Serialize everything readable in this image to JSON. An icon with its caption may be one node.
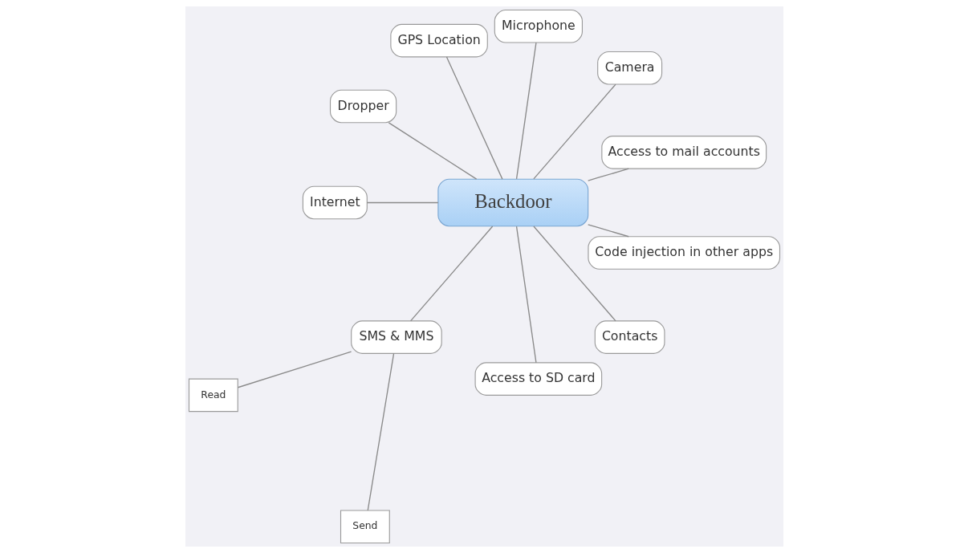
{
  "diagram": {
    "nodes": [
      {
        "text": [
          "Backdoor"
        ]
      },
      {
        "text": [
          "Access to mail accounts"
        ]
      },
      {
        "text": [
          "Camera"
        ]
      },
      {
        "text": [
          "Microphone"
        ]
      },
      {
        "text": [
          "GPS Location"
        ]
      },
      {
        "text": [
          "Dropper"
        ]
      },
      {
        "text": [
          "Internet"
        ]
      },
      {
        "text": [
          "SMS & MMS"
        ]
      },
      {
        "text": [
          "Read"
        ]
      },
      {
        "text": [
          "Send"
        ]
      },
      {
        "text": [
          "Access to SD card"
        ]
      },
      {
        "text": [
          "Contacts"
        ]
      },
      {
        "text": [
          "Code injection in other apps"
        ]
      }
    ],
    "edges": [
      {
        "from": 0,
        "to": 1,
        "arrow": "none"
      },
      {
        "from": 0,
        "to": 2,
        "arrow": "none"
      },
      {
        "from": 0,
        "to": 3,
        "arrow": "none"
      },
      {
        "from": 0,
        "to": 4,
        "arrow": "none"
      },
      {
        "from": 0,
        "to": 5,
        "arrow": "none"
      },
      {
        "from": 0,
        "to": 6,
        "arrow": "none"
      },
      {
        "from": 0,
        "to": 7,
        "arrow": "none"
      },
      {
        "from": 7,
        "to": 8,
        "arrow": "none"
      },
      {
        "from": 7,
        "to": 9,
        "arrow": "none"
      },
      {
        "from": 0,
        "to": 10,
        "arrow": "none"
      },
      {
        "from": 0,
        "to": 11,
        "arrow": "none"
      },
      {
        "from": 0,
        "to": 12,
        "arrow": "none"
      }
    ]
  }
}
